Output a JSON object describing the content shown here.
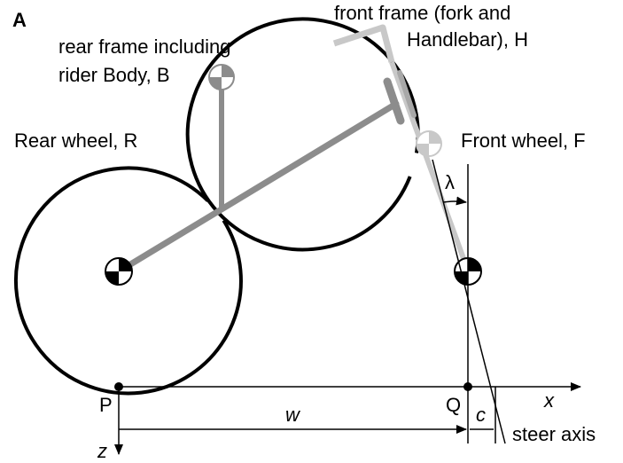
{
  "panel_label": "A",
  "labels": {
    "front_frame_line1": "front frame (fork and",
    "front_frame_line2": "Handlebar), H",
    "rear_frame_line1": "rear frame including",
    "rear_frame_line2": "rider Body, B",
    "rear_wheel": "Rear wheel, R",
    "front_wheel": "Front wheel, F",
    "lambda": "λ",
    "point_p": "P",
    "point_q": "Q",
    "w": "w",
    "c": "c",
    "x_axis": "x",
    "z_axis": "z",
    "steer_axis": "steer axis"
  },
  "colors": {
    "wheel": "#000000",
    "rear_frame": "#8c8c8c",
    "front_frame": "#c8c8c8",
    "dimension": "#000000"
  }
}
